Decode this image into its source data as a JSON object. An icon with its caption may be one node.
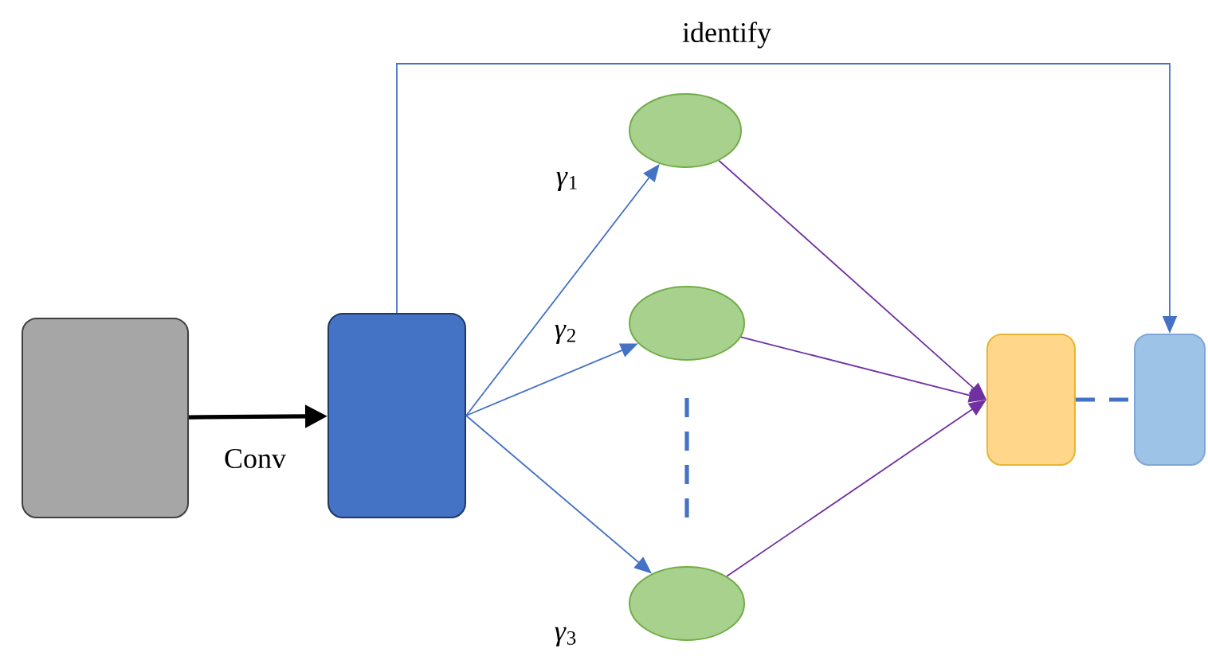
{
  "diagram": {
    "nodes": [
      {
        "text": [],
        "shape": "box"
      },
      {
        "text": [],
        "shape": "box"
      },
      {
        "text": [],
        "shape": "circle"
      },
      {
        "text": [],
        "shape": "circle"
      },
      {
        "text": [],
        "shape": "circle"
      },
      {
        "text": [],
        "shape": "box"
      },
      {
        "text": [],
        "shape": "box"
      }
    ],
    "edges": [
      {
        "from": 0,
        "to": 1,
        "arrow": "to",
        "label": "Conv",
        "style": "thick",
        "color": "#000000"
      },
      {
        "from": 1,
        "to": 2,
        "arrow": "to",
        "label": "*γ*$_{1}$"
      },
      {
        "from": 1,
        "to": 3,
        "arrow": "to",
        "label": "*γ*$_{2}$"
      },
      {
        "from": 1,
        "to": 4,
        "arrow": "to",
        "label": "*γ*$_{3}$"
      },
      {
        "from": 2,
        "to": 5,
        "arrow": "to",
        "color": "#7030a0"
      },
      {
        "from": 3,
        "to": 5,
        "arrow": "to",
        "color": "#7030a0"
      },
      {
        "from": 4,
        "to": 5,
        "arrow": "to",
        "color": "#7030a0"
      },
      {
        "from": 5,
        "to": 6,
        "arrow": "none",
        "style": "dashed"
      },
      {
        "from": 1,
        "to": 6,
        "arrow": "to",
        "label": "identify"
      }
    ]
  }
}
